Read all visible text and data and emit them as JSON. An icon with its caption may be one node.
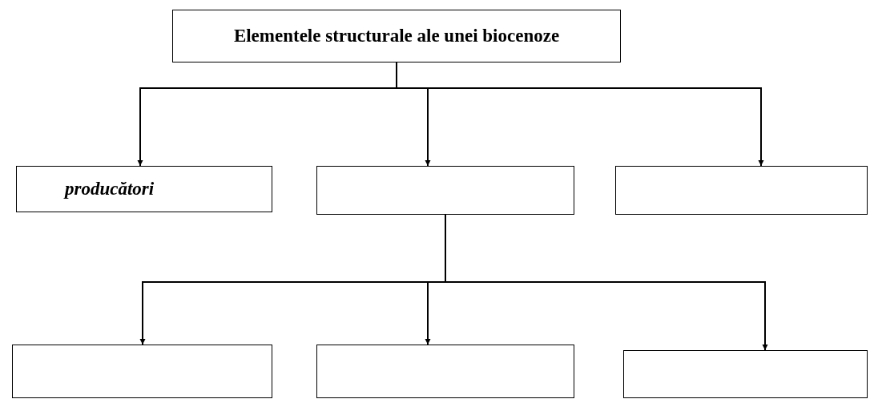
{
  "diagram": {
    "nodes": [
      {
        "text": [
          "Elementele structurale ale unei biocenoze"
        ]
      },
      {
        "text": [
          "producători"
        ]
      },
      {
        "text": [],
        "shape": "box"
      },
      {
        "text": [],
        "shape": "box"
      },
      {
        "text": [],
        "shape": "box"
      },
      {
        "text": [],
        "shape": "box"
      },
      {
        "text": [],
        "shape": "box"
      }
    ],
    "edges": [
      {
        "from": 0,
        "to": 1,
        "arrow": "to"
      },
      {
        "from": 0,
        "to": 2,
        "arrow": "to"
      },
      {
        "from": 0,
        "to": 3,
        "arrow": "to"
      },
      {
        "from": 2,
        "to": 4,
        "arrow": "to"
      },
      {
        "from": 2,
        "to": 5,
        "arrow": "to"
      },
      {
        "from": 2,
        "to": 6,
        "arrow": "to"
      }
    ]
  }
}
